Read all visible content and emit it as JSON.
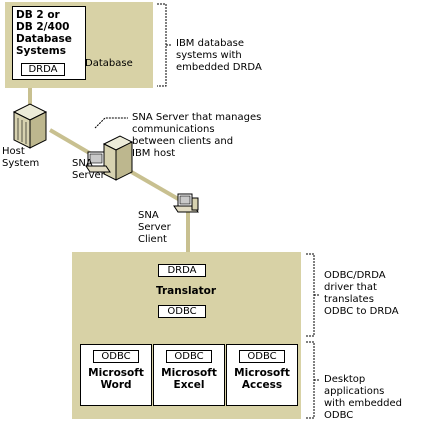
{
  "db_systems": {
    "title_lines": [
      "DB 2 or",
      "DB 2/400",
      "Database",
      "Systems"
    ],
    "drda_tag": "DRDA",
    "database_label": "Database",
    "note_lines": [
      "IBM database",
      "systems with",
      "embedded DRDA"
    ]
  },
  "host": {
    "label_lines": [
      "Host",
      "System"
    ]
  },
  "sna_server": {
    "label_lines": [
      "SNA",
      "Server"
    ],
    "note_lines": [
      "SNA Server that manages",
      "communications",
      "between clients and",
      "IBM host"
    ]
  },
  "sna_client": {
    "label_lines": [
      "SNA",
      "Server",
      "Client"
    ]
  },
  "translator": {
    "drda_tag": "DRDA",
    "title": "Translator",
    "odbc_tag": "ODBC",
    "note_lines": [
      "ODBC/DRDA",
      "driver that",
      "translates",
      "ODBC to DRDA"
    ]
  },
  "apps": {
    "items": [
      {
        "tag": "ODBC",
        "name_lines": [
          "Microsoft",
          "Word"
        ]
      },
      {
        "tag": "ODBC",
        "name_lines": [
          "Microsoft",
          "Excel"
        ]
      },
      {
        "tag": "ODBC",
        "name_lines": [
          "Microsoft",
          "Access"
        ]
      }
    ],
    "note_lines": [
      "Desktop",
      "applications",
      "with embedded",
      "ODBC"
    ]
  },
  "colors": {
    "panel": "#d8d2a6",
    "connector": "#c8c090",
    "machine": "#e2dcc4",
    "bracket": "#000000"
  }
}
